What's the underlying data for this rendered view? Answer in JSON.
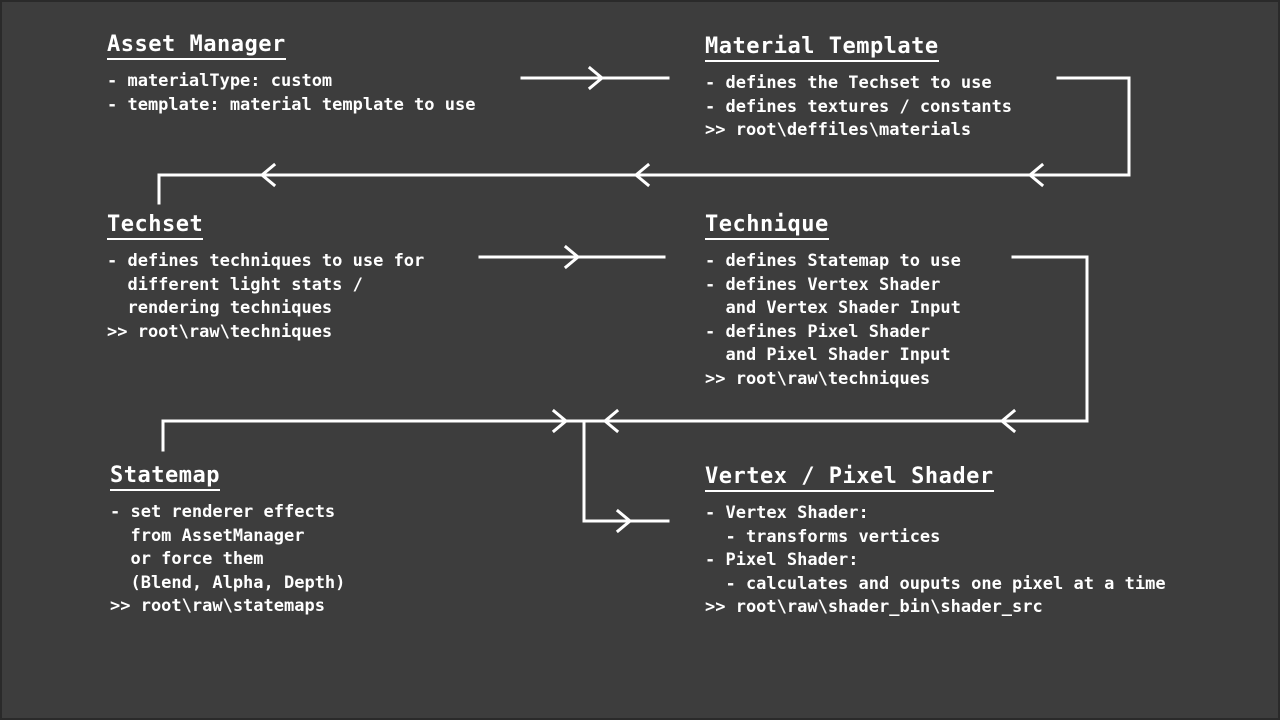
{
  "boxes": {
    "asset_manager": {
      "title": "Asset Manager",
      "lines": [
        "- materialType: custom",
        "- template: material template to use"
      ]
    },
    "material_template": {
      "title": "Material Template",
      "lines": [
        "- defines the Techset to use",
        "- defines textures / constants",
        ">> root\\deffiles\\materials"
      ]
    },
    "techset": {
      "title": "Techset",
      "lines": [
        "- defines techniques to use for",
        "  different light stats /",
        "  rendering techniques",
        ">> root\\raw\\techniques"
      ]
    },
    "technique": {
      "title": "Technique",
      "lines": [
        "- defines Statemap to use",
        "- defines Vertex Shader",
        "  and Vertex Shader Input",
        "- defines Pixel Shader",
        "  and Pixel Shader Input",
        ">> root\\raw\\techniques"
      ]
    },
    "statemap": {
      "title": "Statemap",
      "lines": [
        "- set renderer effects",
        "  from AssetManager",
        "  or force them",
        "  (Blend, Alpha, Depth)",
        ">> root\\raw\\statemaps"
      ]
    },
    "shader": {
      "title": "Vertex / Pixel Shader",
      "lines": [
        "- Vertex Shader:",
        "  - transforms vertices",
        "",
        "- Pixel Shader:",
        "  - calculates and ouputs one pixel at a time",
        ">> root\\raw\\shader_bin\\shader_src"
      ]
    }
  },
  "colors": {
    "background": "#3d3d3d",
    "foreground": "#ffffff"
  }
}
